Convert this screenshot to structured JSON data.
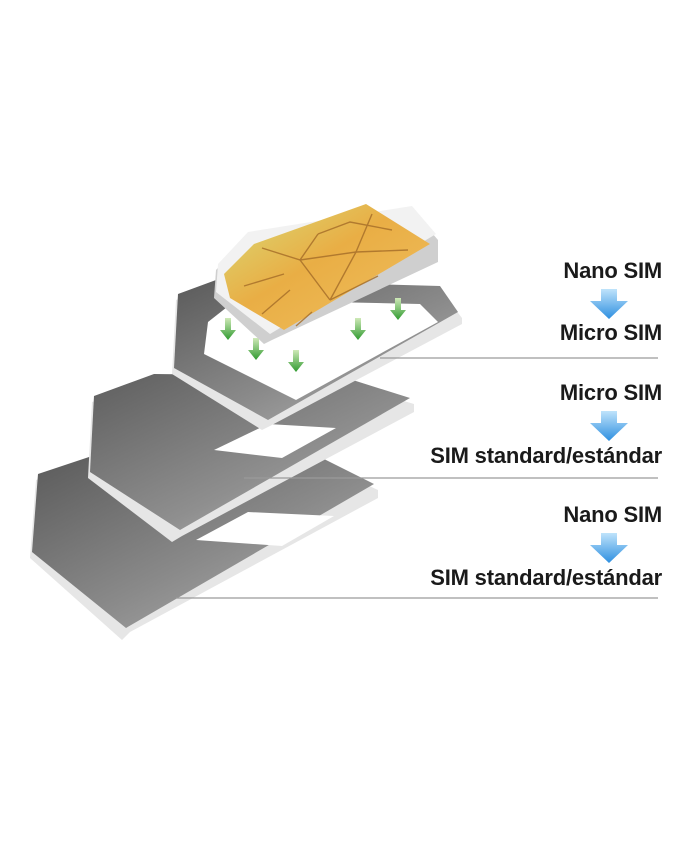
{
  "adapters": [
    {
      "from_label": "Nano SIM",
      "to_label": "Micro SIM"
    },
    {
      "from_label": "Micro SIM",
      "to_label": "SIM standard/estándar"
    },
    {
      "from_label": "Nano SIM",
      "to_label": "SIM standard/estándar"
    }
  ],
  "colors": {
    "adapter_dark": "#6e6e6e",
    "adapter_edge": "#dcdcdc",
    "chip_gold": "#e8a23c",
    "chip_yellow": "#d9d66a",
    "arrow_blue": "#3d9ee5",
    "arrow_green": "#2f9a2f",
    "leader_line": "#9a9a9a"
  },
  "icons": [
    "arrow-down-icon",
    "sim-chip-icon"
  ]
}
